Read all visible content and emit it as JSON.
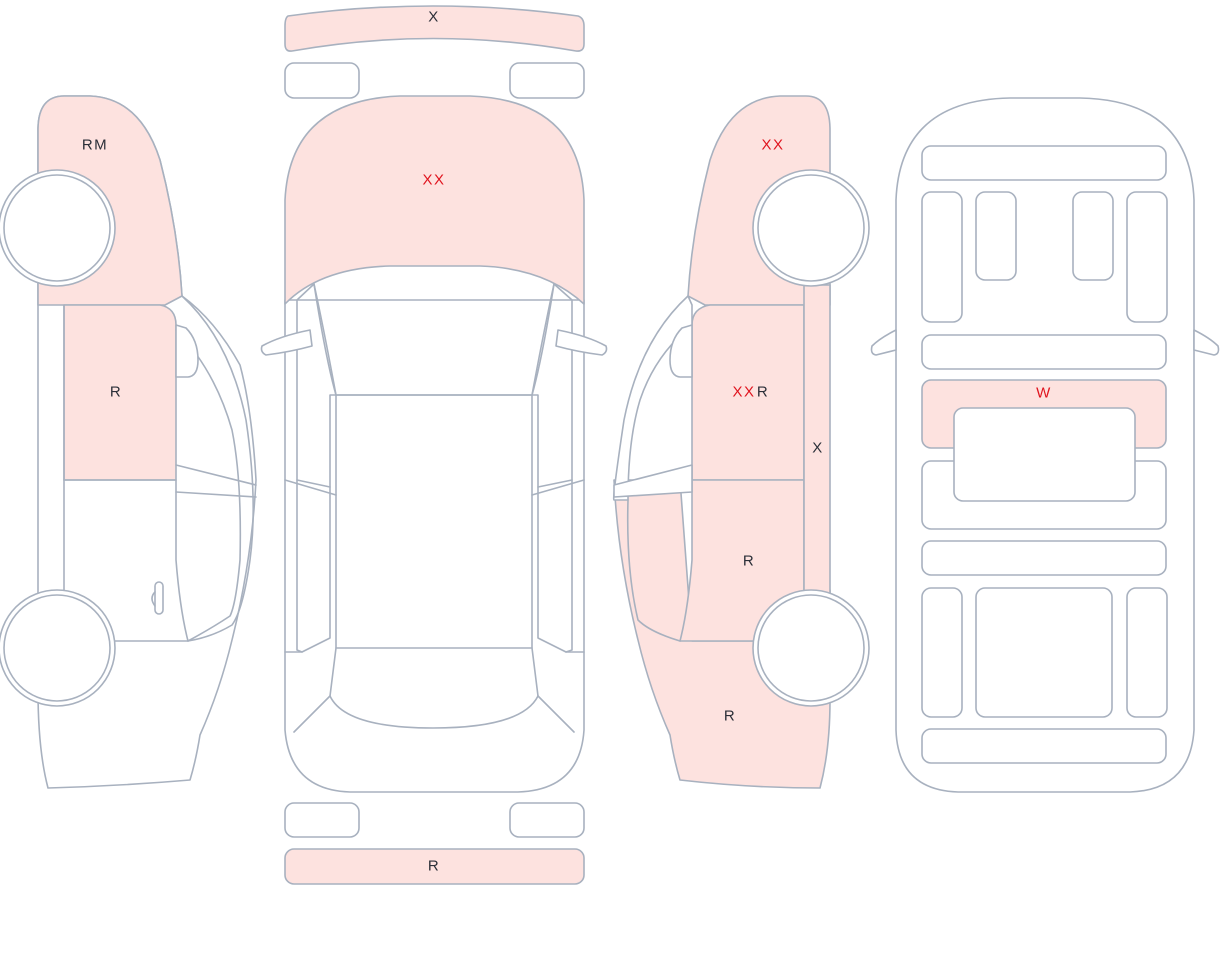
{
  "colors": {
    "damage_fill": "#fde2df",
    "outline": "#a8b1bf",
    "code_dark": "#2b2f38",
    "code_red": "#e0141e"
  },
  "views": [
    "left-side",
    "top",
    "right-side",
    "interior"
  ],
  "marks": {
    "front_bumper": {
      "code": "X",
      "color": "dark"
    },
    "hood": {
      "code": "XX",
      "color": "red"
    },
    "rear_bumper": {
      "code": "R",
      "color": "dark"
    },
    "left_front_fender": {
      "code": "RM",
      "color": "dark"
    },
    "left_front_door": {
      "code": "R",
      "color": "dark"
    },
    "right_front_fender": {
      "code": "XX",
      "color": "red"
    },
    "right_front_door_a": {
      "code": "XX",
      "color": "red"
    },
    "right_front_door_b": {
      "code": "R",
      "color": "dark"
    },
    "right_rocker": {
      "code": "X",
      "color": "dark"
    },
    "right_rear_door": {
      "code": "R",
      "color": "dark"
    },
    "right_quarter_panel": {
      "code": "R",
      "color": "dark"
    },
    "interior_middle_row": {
      "code": "W",
      "color": "red"
    }
  }
}
